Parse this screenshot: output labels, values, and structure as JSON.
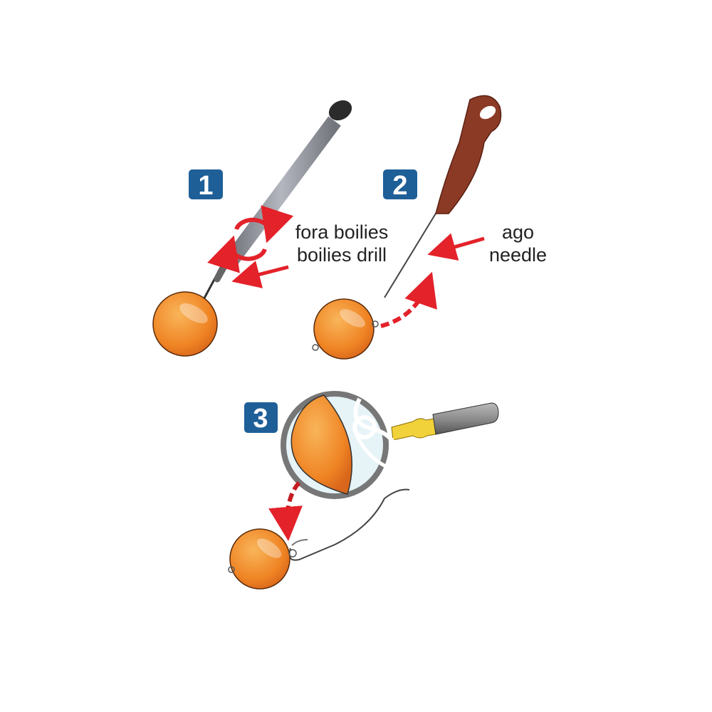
{
  "steps": [
    {
      "number": "1",
      "label_line1": "fora boilies",
      "label_line2": "boilies drill"
    },
    {
      "number": "2",
      "label_line1": "ago",
      "label_line2": "needle"
    },
    {
      "number": "3"
    }
  ],
  "colors": {
    "badge": "#1f5f98",
    "arrow": "#e3222a",
    "boilie": "#f08a2a",
    "needle_handle": "#8b3a26",
    "drill": "#8a8d95"
  }
}
